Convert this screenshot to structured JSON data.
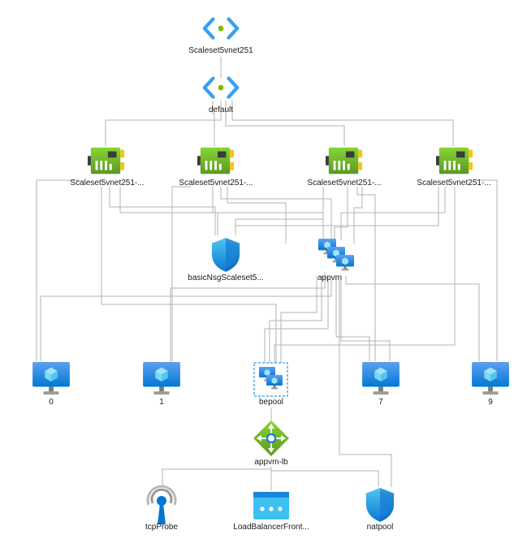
{
  "nodes": {
    "vnet": {
      "label": "Scaleset5vnet251",
      "icon": "virtual-network-icon"
    },
    "subnet": {
      "label": "default",
      "icon": "subnet-icon"
    },
    "nic1": {
      "label": "Scaleset5vnet251-...",
      "icon": "network-interface-icon"
    },
    "nic2": {
      "label": "Scaleset5vnet251-...",
      "icon": "network-interface-icon"
    },
    "nic3": {
      "label": "Scaleset5vnet251-...",
      "icon": "network-interface-icon"
    },
    "nic4": {
      "label": "Scaleset5vnet251-...",
      "icon": "network-interface-icon"
    },
    "nsg": {
      "label": "basicNsgScaleset5...",
      "icon": "network-security-group-icon"
    },
    "vmss": {
      "label": "appvm",
      "icon": "vm-scale-set-icon"
    },
    "vm0": {
      "label": "0",
      "icon": "virtual-machine-icon"
    },
    "vm1": {
      "label": "1",
      "icon": "virtual-machine-icon"
    },
    "bepool": {
      "label": "bepool",
      "icon": "backend-pool-icon"
    },
    "vm7": {
      "label": "7",
      "icon": "virtual-machine-icon"
    },
    "vm9": {
      "label": "9",
      "icon": "virtual-machine-icon"
    },
    "lb": {
      "label": "appvm-lb",
      "icon": "load-balancer-icon"
    },
    "probe": {
      "label": "tcpProbe",
      "icon": "health-probe-icon"
    },
    "frontend": {
      "label": "LoadBalancerFront...",
      "icon": "frontend-ip-icon"
    },
    "natpool": {
      "label": "natpool",
      "icon": "nat-pool-icon"
    }
  },
  "colors": {
    "connector": "#b3b3b3",
    "azure_blue": "#0078d4",
    "vnet_green": "#7fba00",
    "nic_green": "#5ea0ef"
  }
}
